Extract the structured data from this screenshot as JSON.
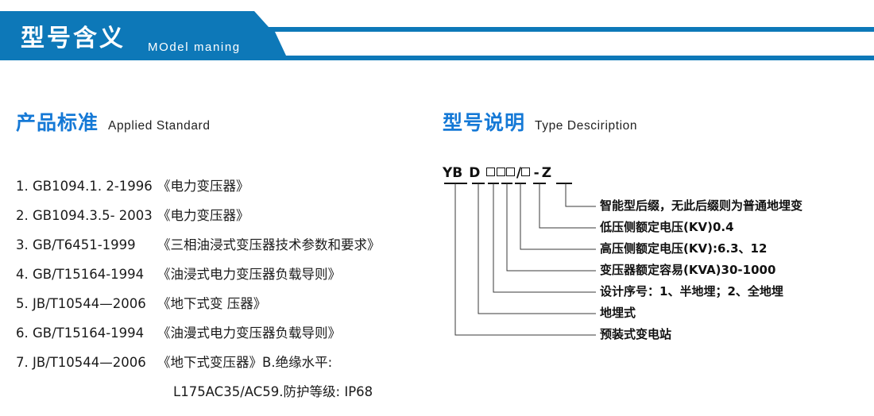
{
  "banner": {
    "title": "型号含义",
    "subtitle": "MOdel maning",
    "color": "#0d78b8"
  },
  "sections": {
    "applied_standard": {
      "cn": "产品标准",
      "en": "Applied Standard",
      "accent": "#1579d6"
    },
    "type_description": {
      "cn": "型号说明",
      "en": "Type Desciription",
      "accent": "#1579d6"
    }
  },
  "standards": [
    {
      "index": "1.",
      "code": "GB1094.1. 2-1996",
      "name": "《电力变压器》"
    },
    {
      "index": "2.",
      "code": "GB1094.3.5- 2003",
      "name": "《电力变压器》"
    },
    {
      "index": "3.",
      "code": "GB/T6451-1999",
      "name": "《三相油浸式变压器技术参数和要求》"
    },
    {
      "index": "4.",
      "code": "GB/T15164-1994",
      "name": "《油浸式电力变压器负载导则》"
    },
    {
      "index": "5.",
      "code": "JB/T10544—2006",
      "name": "《地下式变 压器》"
    },
    {
      "index": "6.",
      "code": "GB/T15164-1994",
      "name": "《油漫式电力变压器负载导则》"
    },
    {
      "index": "7.",
      "code": "JB/T10544—2006",
      "name": "《地下式变压器》B.绝缘水平:"
    }
  ],
  "standards_continuation": "L175AC35/AC59.防护等级: IP68",
  "model_code": {
    "segments": [
      "YB",
      "D",
      "□",
      "□",
      "□",
      "/",
      "□",
      "-",
      "Z"
    ],
    "display": "YB D □□□/□ - Z"
  },
  "type_legend": [
    {
      "label": "智能型后缀，无此后缀则为普通地埋变"
    },
    {
      "label": "低压侧额定电压(KV)0.4"
    },
    {
      "label": "高压侧额定电压(KV):6.3、12"
    },
    {
      "label": "变压器额定容易(KVA)30-1000"
    },
    {
      "label": "设计序号：1、半地埋；2、全地埋"
    },
    {
      "label": "地埋式"
    },
    {
      "label": "预装式变电站"
    }
  ]
}
